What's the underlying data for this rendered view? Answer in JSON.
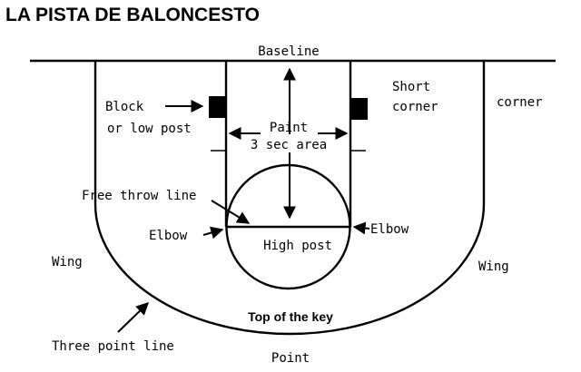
{
  "title": "LA PISTA DE BALONCESTO",
  "labels": {
    "baseline": "Baseline",
    "block_line1": "Block",
    "block_line2": "or low post",
    "short_corner_line1": "Short",
    "short_corner_line2": "corner",
    "corner": "corner",
    "paint_line1": "Paint",
    "paint_line2": "3 sec area",
    "free_throw_line": "Free throw line",
    "elbow_left": "Elbow",
    "elbow_right": "Elbow",
    "high_post": "High post",
    "wing_left": "Wing",
    "wing_right": "Wing",
    "top_of_key": "Top of the key",
    "three_point_line": "Three point line",
    "point": "Point"
  }
}
